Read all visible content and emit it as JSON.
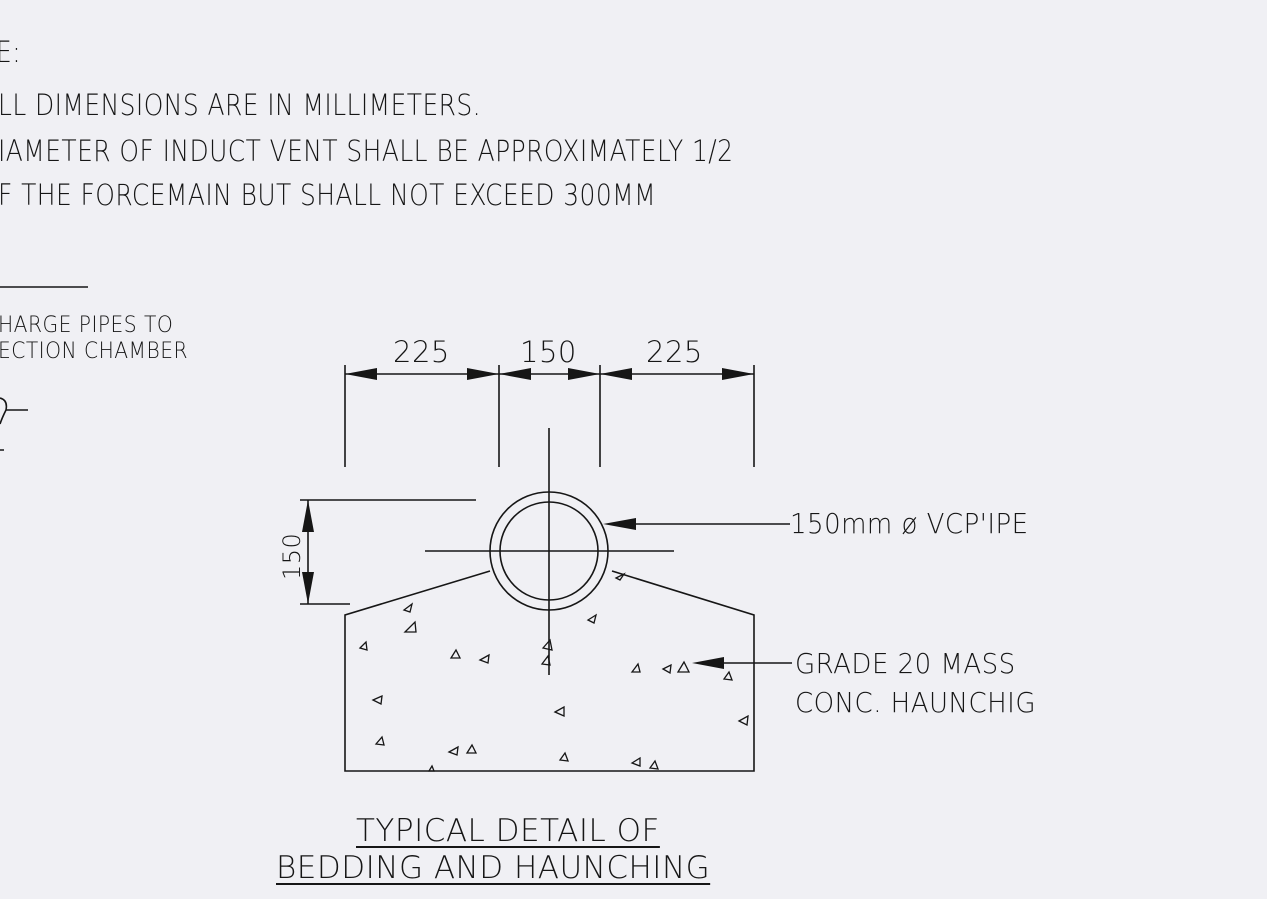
{
  "notes": {
    "heading": "E:",
    "line1": "LL DIMENSIONS ARE IN MILLIMETERS.",
    "line2": "IAMETER OF INDUCT VENT SHALL BE APPROXIMATELY 1/2",
    "line3": "F THE FORCEMAIN BUT SHALL NOT EXCEED 300MM"
  },
  "left_fragment": {
    "line1": "HARGE PIPES TO",
    "line2": "ECTION CHAMBER"
  },
  "dimensions": {
    "left": "225",
    "center": "150",
    "right": "225",
    "vertical": "150"
  },
  "callouts": {
    "pipe": "150mm ø VCP'IPE",
    "haunch_line1": "GRADE 20 MASS",
    "haunch_line2": "CONC. HAUNCHIG"
  },
  "title": {
    "line1": "TYPICAL DETAIL OF",
    "line2": "BEDDING AND HAUNCHING"
  },
  "colors": {
    "ink": "#161616",
    "paper": "#f0f0f4"
  }
}
